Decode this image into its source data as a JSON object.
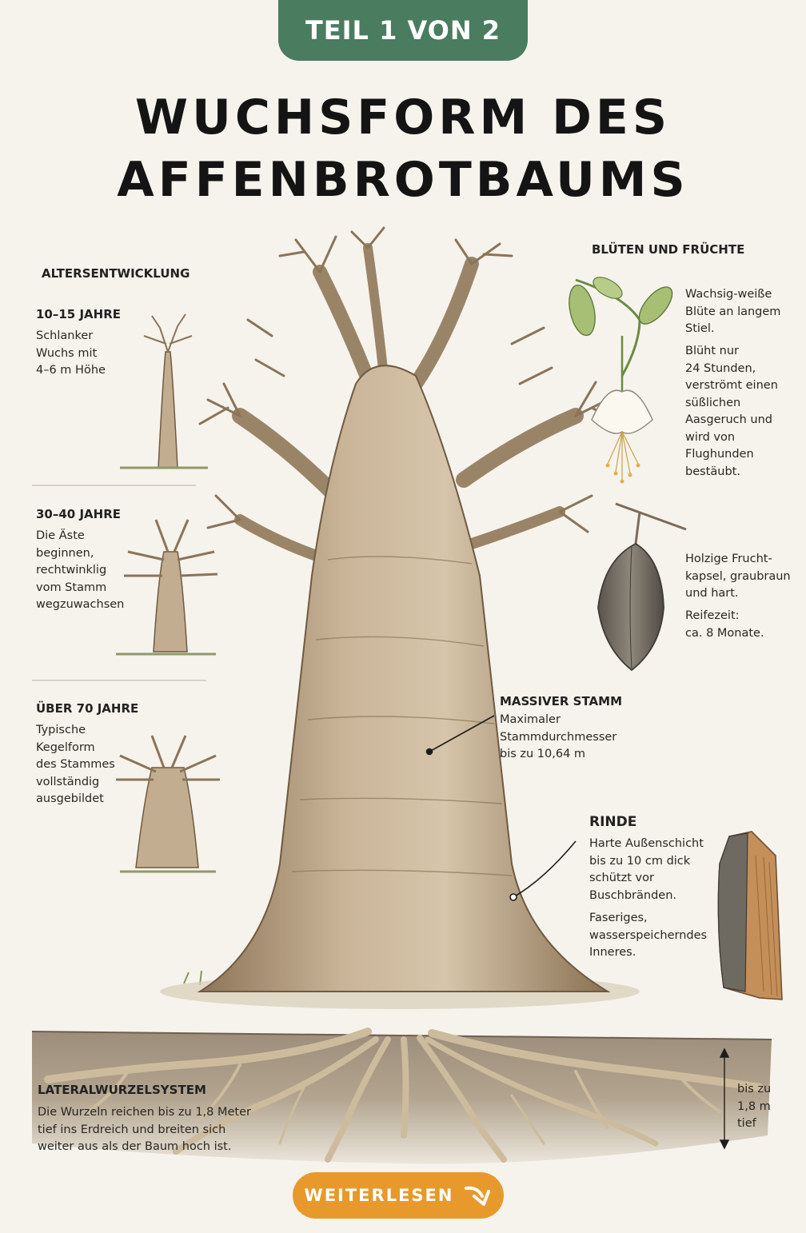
{
  "header": {
    "tab_label": "TEIL 1 VON 2"
  },
  "title": {
    "line1": "WUCHSFORM DES",
    "line2": "AFFENBROTBAUMS"
  },
  "age": {
    "heading": "ALTERSENTWICKLUNG",
    "stages": [
      {
        "label": "10–15 JAHRE",
        "lines": [
          "Schlanker",
          "Wuchs mit",
          "4–6 m Höhe"
        ]
      },
      {
        "label": "30–40 JAHRE",
        "lines": [
          "Die Äste",
          "beginnen,",
          "rechtwinklig",
          "vom Stamm",
          "wegzuwachsen"
        ]
      },
      {
        "label": "ÜBER 70 JAHRE",
        "lines": [
          "Typische",
          "Kegelform",
          "des Stammes",
          "vollständig",
          "ausgebildet"
        ]
      }
    ]
  },
  "flowers": {
    "heading": "BLÜTEN UND FRÜCHTE",
    "flower_lines_a": [
      "Wachsig-weiße",
      "Blüte an langem",
      "Stiel."
    ],
    "flower_lines_b": [
      "Blüht nur",
      "24 Stunden,",
      "verströmt einen",
      "süßlichen",
      "Aasgeruch und",
      "wird von",
      "Flughunden",
      "bestäubt."
    ],
    "fruit_lines_a": [
      "Holzige Frucht-",
      "kapsel, graubraun",
      "und hart."
    ],
    "fruit_lines_b": [
      "Reifezeit:",
      "ca. 8 Monate."
    ]
  },
  "trunk": {
    "heading": "MASSIVER STAMM",
    "lines": [
      "Maximaler",
      "Stammdurchmesser",
      "bis zu 10,64 m"
    ]
  },
  "bark": {
    "heading": "RINDE",
    "lines_a": [
      "Harte Außenschicht",
      "bis zu 10 cm dick",
      "schützt vor",
      "Buschbränden."
    ],
    "lines_b": [
      "Faseriges,",
      "wasserspeicherndes",
      "Inneres."
    ]
  },
  "roots": {
    "heading": "LATERALWURZELSYSTEM",
    "lines": [
      "Die Wurzeln reichen bis zu 1,8 Meter",
      "tief ins Erdreich und breiten sich",
      "weiter aus als der Baum hoch ist."
    ],
    "depth_lines": [
      "bis zu",
      "1,8 m",
      "tief"
    ]
  },
  "footer": {
    "button_label": "WEITERLESEN"
  },
  "colors": {
    "tab_green": "#4a7c5f",
    "button_orange": "#e79a2b",
    "bark_brown": "#b39a7c",
    "soil_brown": "#8a7a64",
    "background": "#f6f3ec"
  }
}
